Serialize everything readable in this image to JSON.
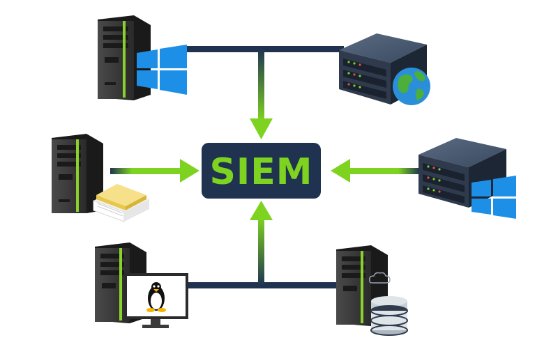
{
  "center": {
    "label": "SIEM"
  },
  "colors": {
    "connector": "#1f3350",
    "arrow": "#7ed321",
    "siem_box": "#1f3350",
    "siem_text": "#7ed321",
    "tower": "#2a2a2a",
    "tower_accent": "#8bd12b",
    "rack": "#2f3b4d",
    "windows": "#1e8fe6"
  },
  "nodes": [
    {
      "id": "windows-workstation",
      "icon": "windows-logo-icon"
    },
    {
      "id": "web-server",
      "icon": "globe-icon"
    },
    {
      "id": "file-workstation",
      "icon": "document-stack-icon"
    },
    {
      "id": "windows-server",
      "icon": "windows-logo-icon"
    },
    {
      "id": "linux-workstation",
      "icon": "linux-penguin-icon"
    },
    {
      "id": "database-server",
      "icon": "database-icon"
    }
  ]
}
